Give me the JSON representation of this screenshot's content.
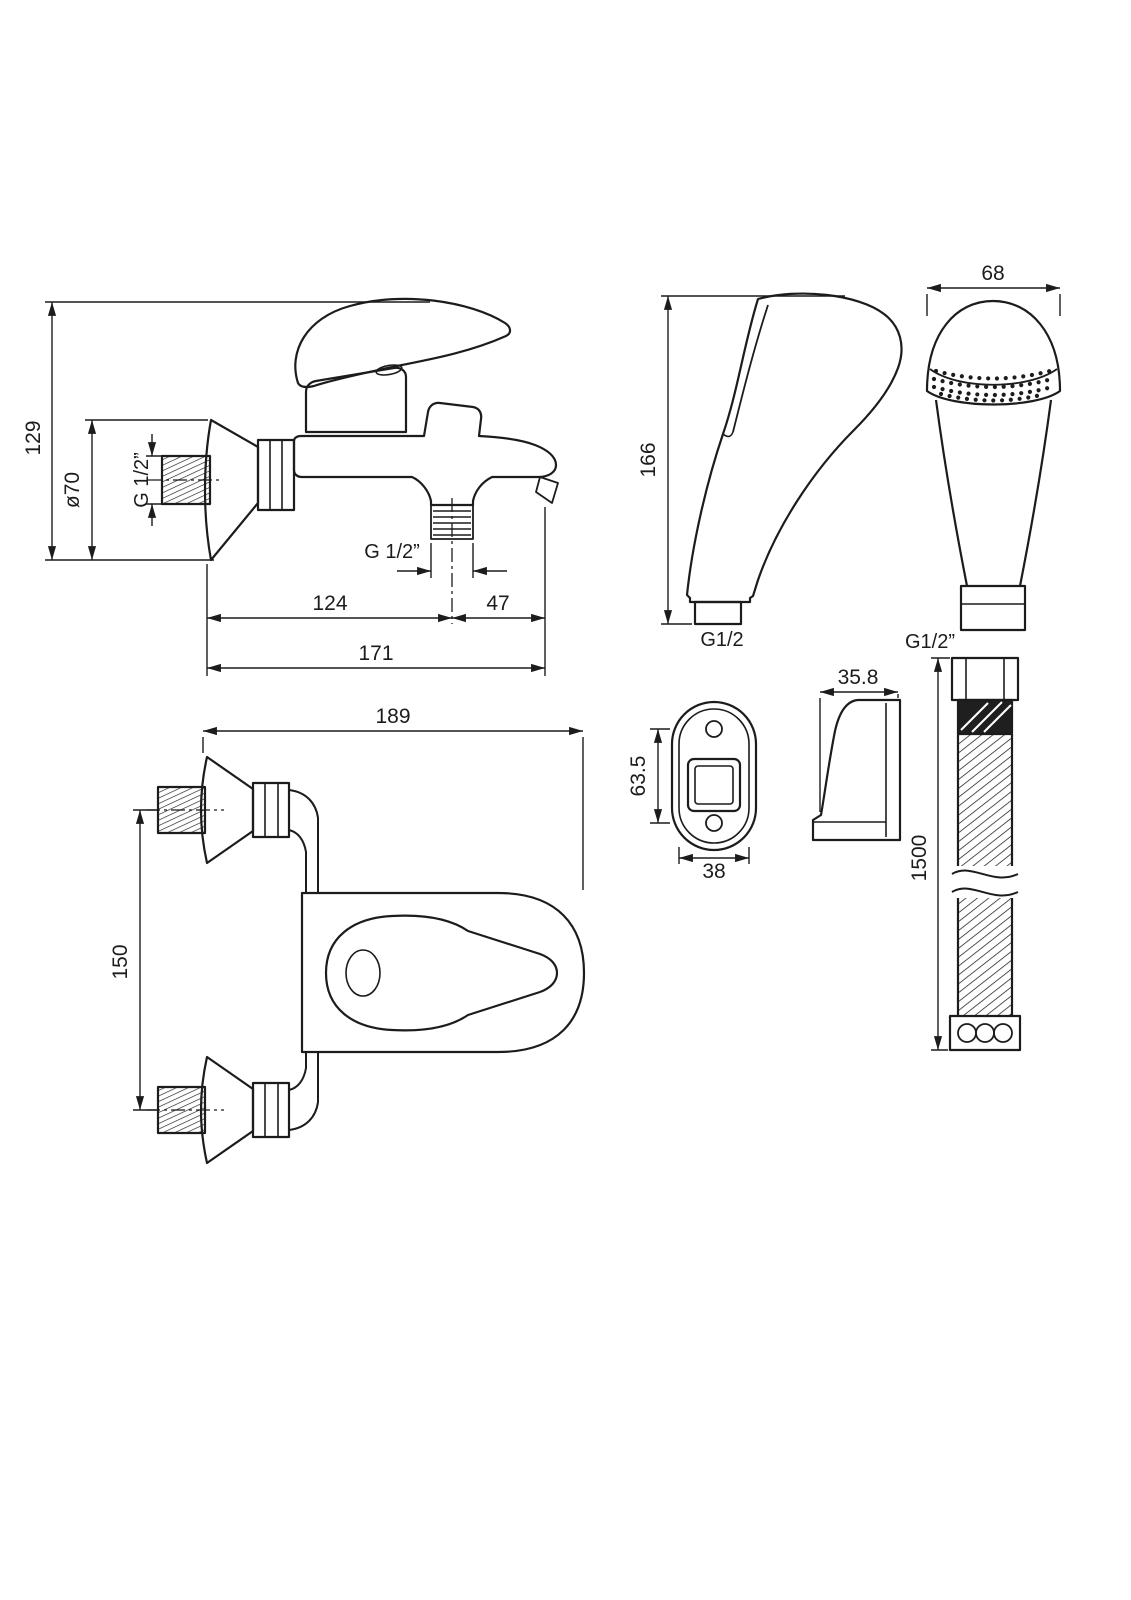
{
  "page": {
    "background": "#ffffff",
    "line_color": "#1c1c1c"
  },
  "drawing": {
    "faucet_side": {
      "dim_height": "129",
      "dim_diameter": "ø70",
      "label_wall_thread": "G 1/2”",
      "label_spout_thread": "G 1/2”",
      "dim_spout_offset": "124",
      "dim_spout_to_end": "47",
      "dim_total_depth": "171"
    },
    "faucet_front": {
      "dim_width": "189",
      "dim_centers": "150"
    },
    "handset_side": {
      "dim_height": "166",
      "label_thread": "G1/2"
    },
    "handset_front": {
      "dim_width": "68"
    },
    "bracket_front": {
      "dim_height": "63.5",
      "dim_width": "38"
    },
    "bracket_side": {
      "dim_width": "35.8"
    },
    "hose": {
      "label_thread": "G1/2”",
      "dim_length": "1500"
    }
  }
}
